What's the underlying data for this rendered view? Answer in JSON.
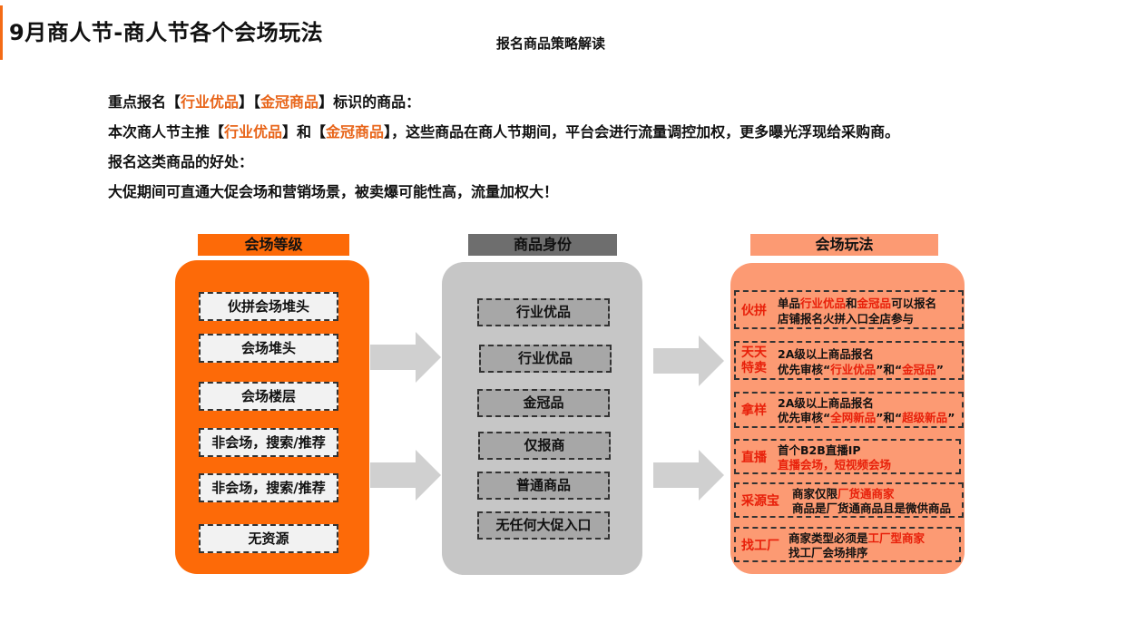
{
  "header": {
    "title": "9月商人节-商人节各个会场玩法",
    "subtitle": "报名商品策略解读"
  },
  "intro": {
    "line1_a": "重点报名【",
    "line1_hl1": "行业优品",
    "line1_b": "】【",
    "line1_hl2": "金冠商品",
    "line1_c": "】标识的商品：",
    "line2_a": "本次商人节主推【",
    "line2_hl1": "行业优品",
    "line2_b": "】和【",
    "line2_hl2": "金冠商品",
    "line2_c": "】，这些商品在商人节期间，平台会进行流量调控加权，更多曝光浮现给采购商。",
    "line3": "报名这类商品的好处：",
    "line4": "大促期间可直通大促会场和营销场景，被卖爆可能性高，流量加权大！"
  },
  "columns": {
    "left": {
      "header": "会场等级",
      "items": [
        "伙拼会场堆头",
        "会场堆头",
        "会场楼层",
        "非会场，搜索/推荐",
        "非会场，搜索/推荐",
        "无资源"
      ]
    },
    "middle": {
      "header": "商品身份",
      "items": [
        "行业优品",
        "行业优品",
        "金冠品",
        "仅报商",
        "普通商品",
        "无任何大促入口"
      ]
    },
    "right": {
      "header": "会场玩法",
      "rows": [
        {
          "tag": "伙拼",
          "l1_a": "单品",
          "l1_r1": "行业优品",
          "l1_b": "和",
          "l1_r2": "金冠品",
          "l1_c": "可以报名",
          "l2": "店铺报名火拼入口全店参与"
        },
        {
          "tag": "天天特卖",
          "l1": "2A级以上商品报名",
          "l2_a": "优先审核“",
          "l2_r1": "行业优品",
          "l2_b": "”和“",
          "l2_r2": "金冠品",
          "l2_c": "”"
        },
        {
          "tag": "拿样",
          "l1": "2A级以上商品报名",
          "l2_a": "优先审核“",
          "l2_r1": "全网新品",
          "l2_b": "”和“",
          "l2_r2": "超级新品",
          "l2_c": "”"
        },
        {
          "tag": "直播",
          "l1": "首个B2B直播IP",
          "l2": "直播会场，短视频会场"
        },
        {
          "tag": "采源宝",
          "l1_a": "商家仅限",
          "l1_r": "厂货通商家",
          "l2": "商品是厂货通商品且是微供商品"
        },
        {
          "tag": "找工厂",
          "l1_a": "商家类型必须是",
          "l1_r": "工厂型商家",
          "l2": "找工厂会场排序"
        }
      ]
    }
  },
  "colors": {
    "orange": "#fd6a08",
    "gray_panel": "#c6c6c6",
    "salmon": "#fc9a73",
    "gray_header": "#6e6e6e",
    "red_text": "#e8200a"
  }
}
